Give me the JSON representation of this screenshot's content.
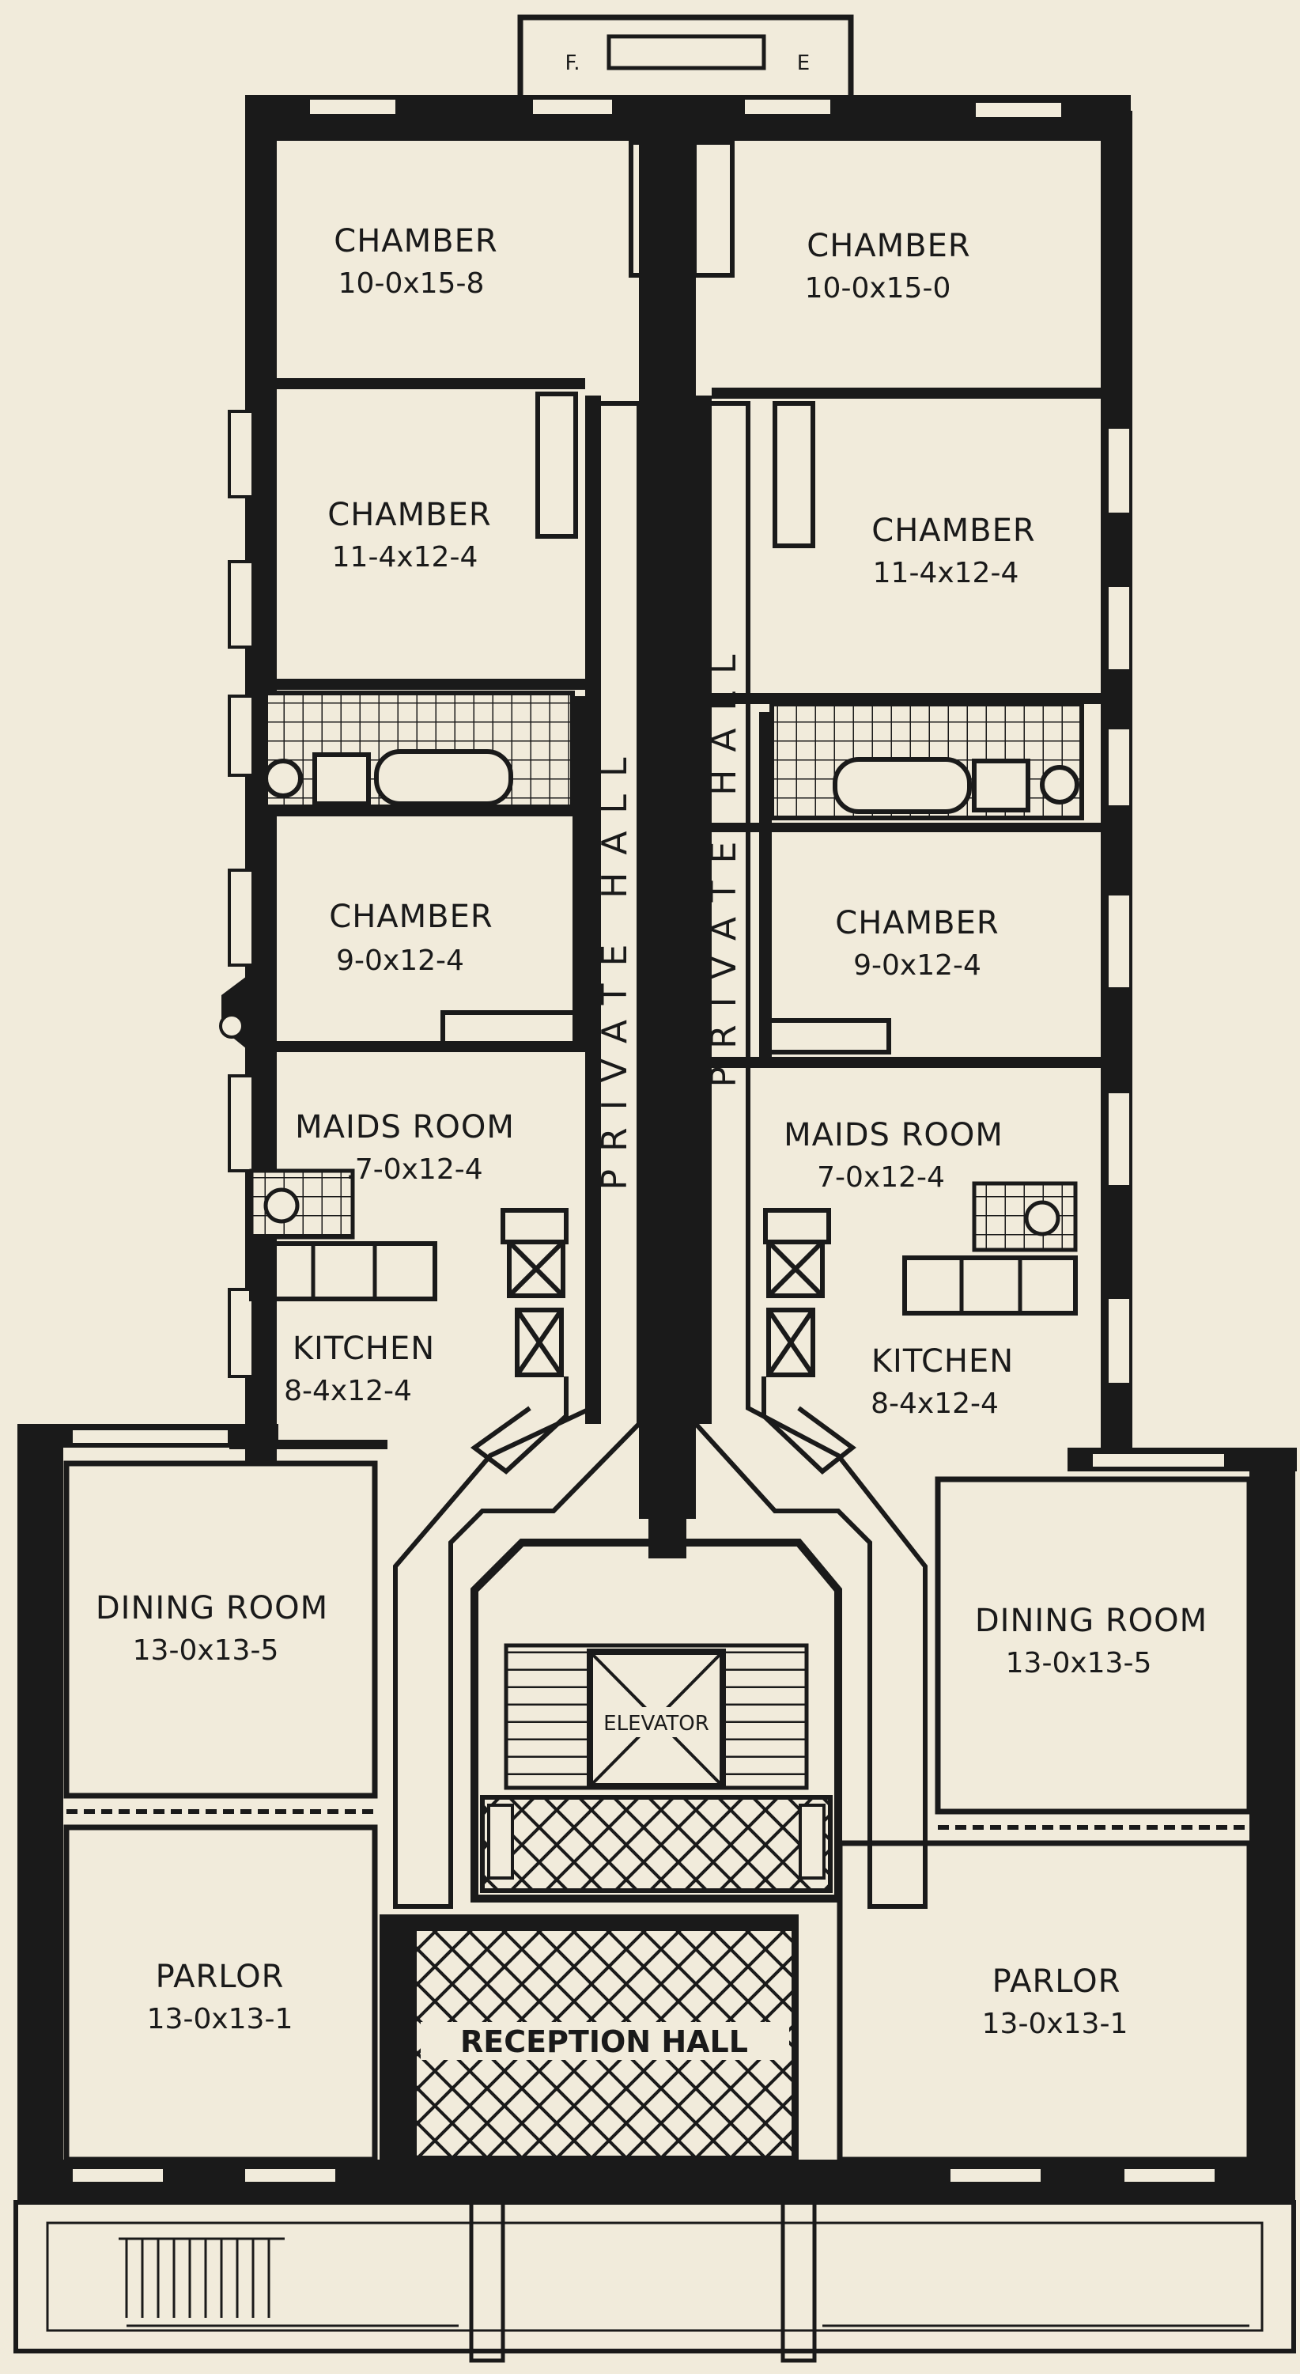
{
  "plan": {
    "fireplace": {
      "left": "F.",
      "right": "E"
    },
    "rooms": {
      "chamber_top_left": {
        "name": "CHAMBER",
        "dims": "10-0x15-8"
      },
      "chamber_top_right": {
        "name": "CHAMBER",
        "dims": "10-0x15-0"
      },
      "chamber_2_left": {
        "name": "CHAMBER",
        "dims": "11-4x12-4"
      },
      "chamber_2_right": {
        "name": "CHAMBER",
        "dims": "11-4x12-4"
      },
      "chamber_3_left": {
        "name": "CHAMBER",
        "dims": "9-0x12-4"
      },
      "chamber_3_right": {
        "name": "CHAMBER",
        "dims": "9-0x12-4"
      },
      "maids_left": {
        "name": "MAIDS ROOM",
        "dims": ".7-0x12-4"
      },
      "maids_right": {
        "name": "MAIDS ROOM",
        "dims": "7-0x12-4"
      },
      "kitchen_left": {
        "name": "KITCHEN",
        "dims": "8-4x12-4"
      },
      "kitchen_right": {
        "name": "KITCHEN",
        "dims": "8-4x12-4"
      },
      "dining_left": {
        "name": "DINING ROOM",
        "dims": "13-0x13-5"
      },
      "dining_right": {
        "name": "DINING ROOM",
        "dims": "13-0x13-5"
      },
      "parlor_left": {
        "name": "PARLOR",
        "dims": "13-0x13-1"
      },
      "parlor_right": {
        "name": "PARLOR",
        "dims": "13-0x13-1"
      }
    },
    "halls": {
      "left": "PRIVATE HALL",
      "right": "PRIVATE HALL"
    },
    "elevator": "ELEVATOR",
    "reception": "RECEPTION HALL"
  }
}
